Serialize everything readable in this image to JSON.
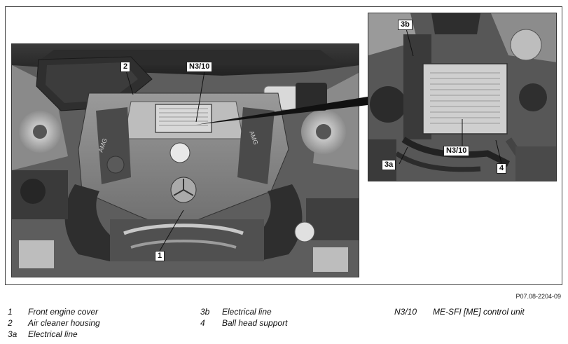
{
  "callouts": {
    "n3_10_main": "N3/10",
    "item_2": "2",
    "item_1": "1",
    "item_3b": "3b",
    "item_3a": "3a",
    "n3_10_inset": "N3/10",
    "item_4": "4",
    "engine_badge": "AMG"
  },
  "figure_reference": "P07.08-2204-09",
  "legend": {
    "col1": [
      {
        "code": "1",
        "desc": "Front engine cover"
      },
      {
        "code": "2",
        "desc": "Air cleaner housing"
      },
      {
        "code": "3a",
        "desc": "Electrical line"
      }
    ],
    "col2": [
      {
        "code": "3b",
        "desc": "Electrical line"
      },
      {
        "code": "4",
        "desc": "Ball head support"
      }
    ],
    "col3": [
      {
        "code": "N3/10",
        "desc": "ME-SFI [ME] control unit"
      }
    ]
  }
}
